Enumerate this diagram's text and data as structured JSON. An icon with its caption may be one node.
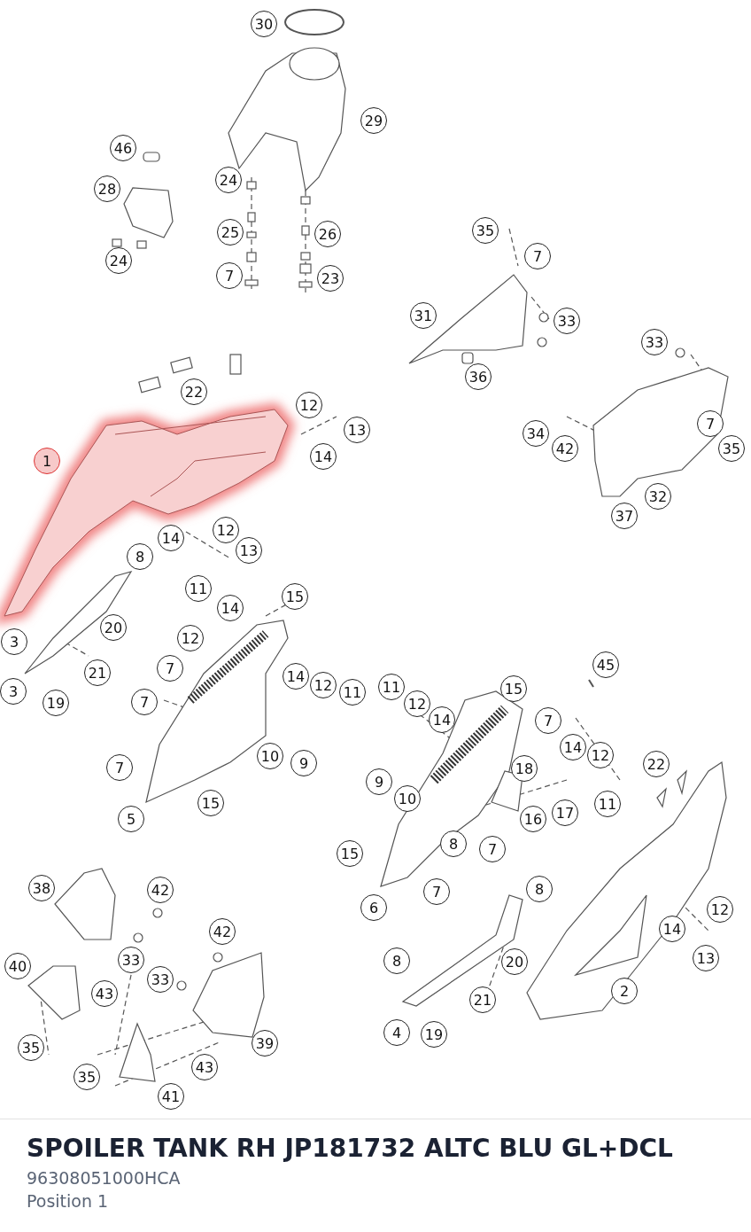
{
  "diagram": {
    "title": "SPOILER TANK RH JP181732 ALTC BLU GL+DCL",
    "labels": [
      "30",
      "29",
      "46",
      "28",
      "24",
      "25",
      "26",
      "35",
      "24",
      "7",
      "23",
      "7",
      "31",
      "33",
      "33",
      "36",
      "22",
      "12",
      "1",
      "14",
      "13",
      "34",
      "42",
      "7",
      "35",
      "37",
      "32",
      "8",
      "14",
      "12",
      "13",
      "11",
      "14",
      "15",
      "3",
      "20",
      "12",
      "21",
      "7",
      "45",
      "3",
      "19",
      "7",
      "14",
      "12",
      "11",
      "11",
      "12",
      "15",
      "14",
      "7",
      "7",
      "10",
      "9",
      "18",
      "14",
      "12",
      "22",
      "9",
      "5",
      "15",
      "10",
      "16",
      "17",
      "11",
      "15",
      "8",
      "7",
      "38",
      "42",
      "7",
      "8",
      "6",
      "12",
      "42",
      "14",
      "40",
      "33",
      "33",
      "8",
      "20",
      "13",
      "43",
      "21",
      "2",
      "35",
      "4",
      "19",
      "39",
      "35",
      "43",
      "41",
      "96308051000HCA",
      "Position 1"
    ]
  }
}
